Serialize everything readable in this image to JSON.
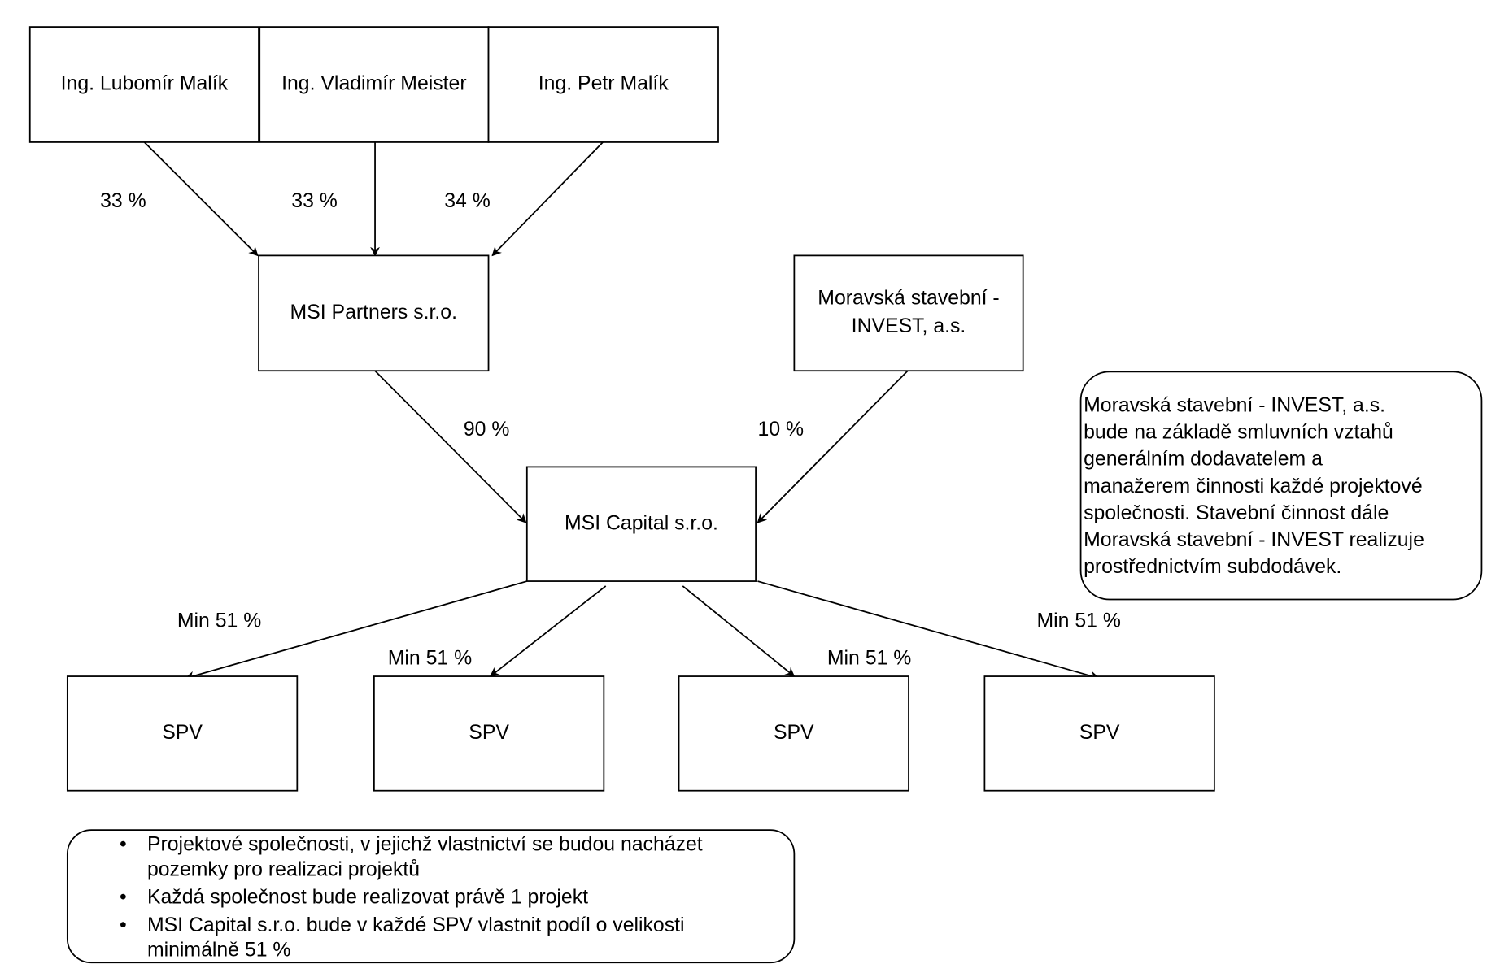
{
  "owners": [
    "Ing. Lubomír Malík",
    "Ing. Vladimír Meister",
    "Ing. Petr Malík"
  ],
  "owner_shares": [
    "33 %",
    "33 %",
    "34 %"
  ],
  "msi_partners": "MSI Partners s.r.o.",
  "moravska": [
    "Moravská stavební -",
    "INVEST, a.s."
  ],
  "capital_shares": [
    "90 %",
    "10 %"
  ],
  "msi_capital": "MSI Capital s.r.o.",
  "spv_shares": [
    "Min 51 %",
    "Min 51 %",
    "Min 51 %",
    "Min 51 %"
  ],
  "spvs": [
    "SPV",
    "SPV",
    "SPV",
    "SPV"
  ],
  "note_lines": [
    "Moravská stavební - INVEST, a.s.",
    "bude na základě smluvních vztahů",
    "generálním dodavatelem a",
    "manažerem činnosti každé projektové",
    "společnosti. Stavební činnost dále",
    "Moravská stavební - INVEST realizuje",
    "prostřednictvím subdodávek."
  ],
  "bullets": [
    [
      "Projektové společnosti, v jejichž vlastnictví se budou nacházet",
      "pozemky pro realizaci projektů"
    ],
    [
      "Každá společnost bude realizovat právě 1 projekt"
    ],
    [
      "MSI Capital s.r.o. bude v každé SPV vlastnit podíl o velikosti",
      "minimálně 51 %"
    ]
  ]
}
